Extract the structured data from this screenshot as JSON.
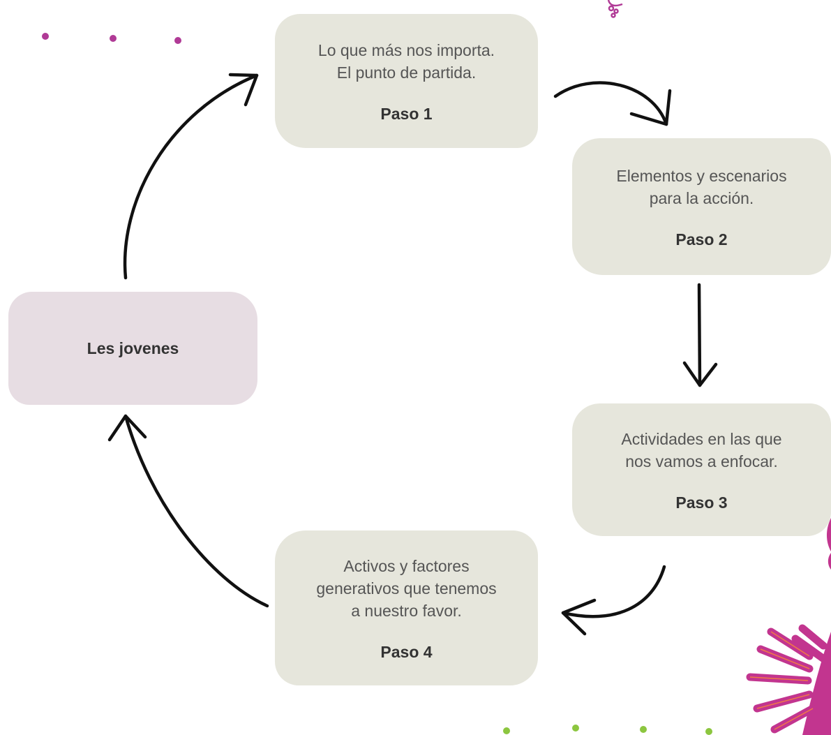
{
  "center": {
    "label": "Les jovenes"
  },
  "steps": [
    {
      "text": "Lo que más nos importa.\nEl punto de partida.",
      "step": "Paso 1"
    },
    {
      "text": "Elementos y escenarios\npara la acción.",
      "step": "Paso 2"
    },
    {
      "text": "Actividades en las que\nnos vamos a enfocar.",
      "step": "Paso 3"
    },
    {
      "text": "Activos y factores\ngenerativos que tenemos\na nuestro favor.",
      "step": "Paso 4"
    }
  ],
  "colors": {
    "step_box": "#e6e6dc",
    "center_box": "#e7dde3",
    "dots_top": "#b03a96",
    "dots_bottom": "#8cc63f",
    "leaf": "#c2358f",
    "leaf_outline": "#f07a47"
  }
}
